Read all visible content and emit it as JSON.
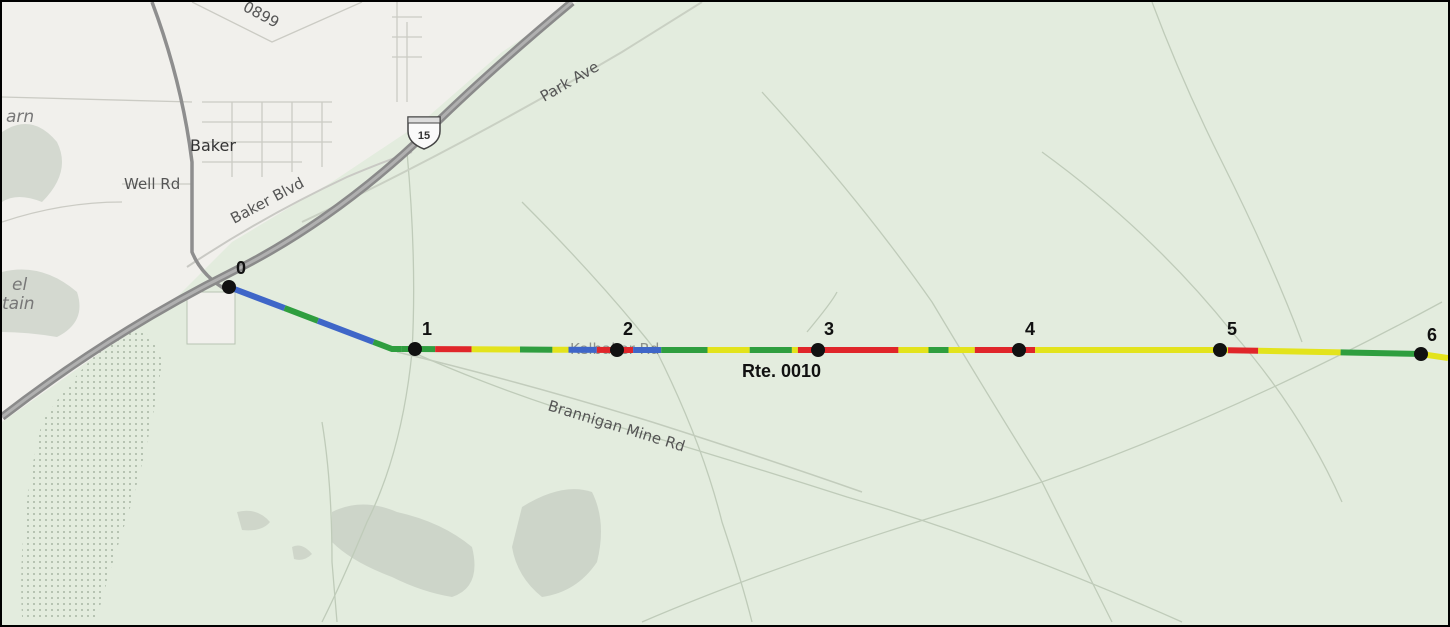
{
  "map": {
    "labels": {
      "place_baker": "Baker",
      "road_well": "Well Rd",
      "road_baker_blvd": "Baker Blvd",
      "road_park_ave": "Park Ave",
      "road_brannigan": "Brannigan Mine Rd",
      "road_kelbaker": "Kelbaker Rd",
      "road_top": "0899",
      "cut_top_left": "arn",
      "cut_mid_left_1": "el",
      "cut_mid_left_2": "tain"
    },
    "shield": {
      "number": "15",
      "icon": "interstate-shield-icon"
    },
    "route_label": "Rte. 0010",
    "mileposts": [
      "0",
      "1",
      "2",
      "3",
      "4",
      "5",
      "6"
    ],
    "colors": {
      "map_bg": "#e3ecde",
      "urban_bg": "#f1f0ec",
      "segment_green": "#2f9e3f",
      "segment_blue": "#3f66c8",
      "segment_yellow": "#e3e31c",
      "segment_red": "#e0262a",
      "marker": "#111111"
    },
    "route_segments": [
      {
        "start": 0.0,
        "end": 0.3,
        "color": "blue"
      },
      {
        "start": 0.3,
        "end": 0.48,
        "color": "green"
      },
      {
        "start": 0.48,
        "end": 0.78,
        "color": "blue"
      },
      {
        "start": 0.78,
        "end": 0.93,
        "color": "green"
      },
      {
        "start": 0.93,
        "end": 1.1,
        "color": "green"
      },
      {
        "start": 1.1,
        "end": 1.28,
        "color": "red"
      },
      {
        "start": 1.28,
        "end": 1.52,
        "color": "yellow"
      },
      {
        "start": 1.52,
        "end": 1.68,
        "color": "green"
      },
      {
        "start": 1.68,
        "end": 1.76,
        "color": "yellow"
      },
      {
        "start": 1.76,
        "end": 1.9,
        "color": "blue"
      },
      {
        "start": 1.9,
        "end": 2.08,
        "color": "red"
      },
      {
        "start": 2.08,
        "end": 2.22,
        "color": "blue"
      },
      {
        "start": 2.22,
        "end": 2.45,
        "color": "green"
      },
      {
        "start": 2.45,
        "end": 2.66,
        "color": "yellow"
      },
      {
        "start": 2.66,
        "end": 2.87,
        "color": "green"
      },
      {
        "start": 2.87,
        "end": 2.9,
        "color": "yellow"
      },
      {
        "start": 2.9,
        "end": 3.4,
        "color": "red"
      },
      {
        "start": 3.4,
        "end": 3.55,
        "color": "yellow"
      },
      {
        "start": 3.55,
        "end": 3.65,
        "color": "green"
      },
      {
        "start": 3.65,
        "end": 3.78,
        "color": "yellow"
      },
      {
        "start": 3.78,
        "end": 4.08,
        "color": "red"
      },
      {
        "start": 4.08,
        "end": 5.04,
        "color": "yellow"
      },
      {
        "start": 5.04,
        "end": 5.19,
        "color": "red"
      },
      {
        "start": 5.19,
        "end": 5.6,
        "color": "yellow"
      },
      {
        "start": 5.6,
        "end": 5.98,
        "color": "green"
      },
      {
        "start": 5.98,
        "end": 6.2,
        "color": "yellow"
      }
    ]
  }
}
